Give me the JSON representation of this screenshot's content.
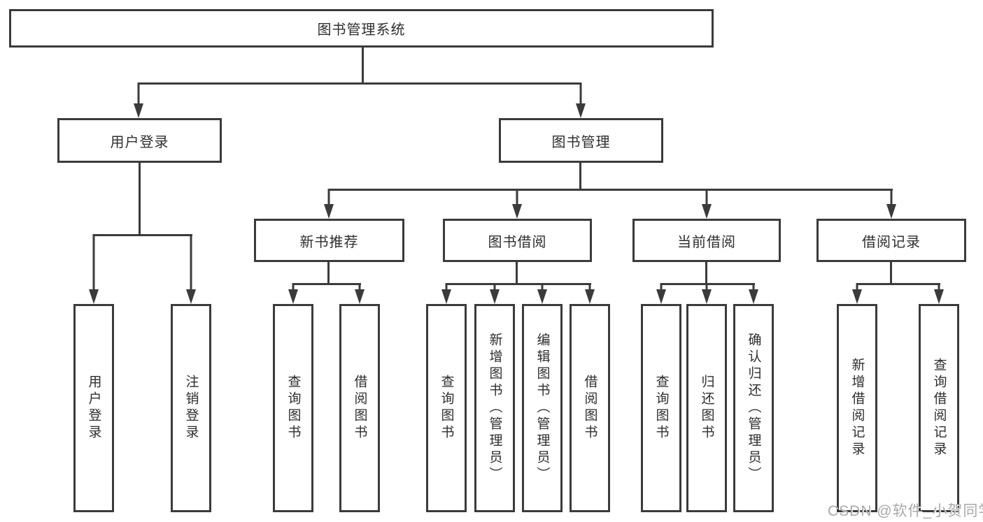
{
  "diagram": {
    "root": {
      "label": "图书管理系统"
    },
    "branches": [
      {
        "label": "用户登录",
        "children": [
          {
            "label": "用户登录"
          },
          {
            "label": "注销登录"
          }
        ]
      },
      {
        "label": "图书管理",
        "children": [
          {
            "label": "新书推荐",
            "children": [
              {
                "label": "查询图书"
              },
              {
                "label": "借阅图书"
              }
            ]
          },
          {
            "label": "图书借阅",
            "children": [
              {
                "label": "查询图书"
              },
              {
                "label": "新增图书（管理员）"
              },
              {
                "label": "编辑图书（管理员）"
              },
              {
                "label": "借阅图书"
              }
            ]
          },
          {
            "label": "当前借阅",
            "children": [
              {
                "label": "查询图书"
              },
              {
                "label": "归还图书"
              },
              {
                "label": "确认归还（管理员）"
              }
            ]
          },
          {
            "label": "借阅记录",
            "children": [
              {
                "label": "新增借阅记录"
              },
              {
                "label": "查询借阅记录"
              }
            ]
          }
        ]
      }
    ]
  },
  "watermark": "CSDN @软件_小贺同学",
  "colors": {
    "line": "#3b3b3b",
    "box_background": "#ffffff",
    "text": "#2e2e2e",
    "watermark": "#a9a9a9"
  }
}
